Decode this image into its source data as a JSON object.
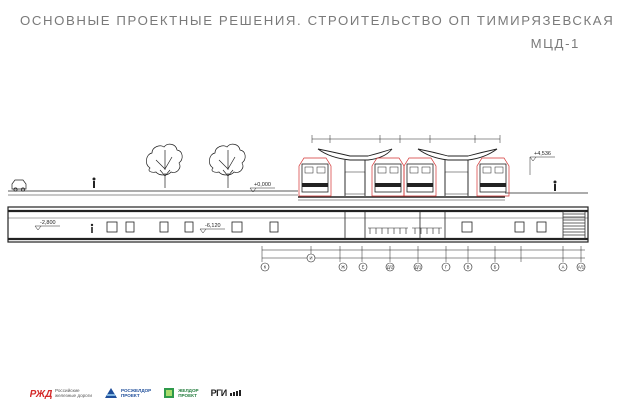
{
  "header": {
    "title": "ОСНОВНЫЕ ПРОЕКТНЫЕ РЕШЕНИЯ. СТРОИТЕЛЬСТВО ОП ТИМИРЯЗЕВСКАЯ",
    "subtitle": "МЦД-1"
  },
  "drawing": {
    "elevations": {
      "ground": "+0,000",
      "canopy": "+4,536",
      "tunnel_left": "-2,800",
      "tunnel_mid": "-6,120"
    },
    "axes": [
      "К",
      "И",
      "Ж",
      "Е",
      "Д/2",
      "Д/1",
      "Г",
      "В",
      "Б",
      "А",
      "А/1"
    ],
    "colors": {
      "line": "#222222",
      "train_outline": "#d33030",
      "hatch": "#333333"
    }
  },
  "footer": {
    "rzd": {
      "line1": "Российские",
      "line2": "железные дороги"
    },
    "roszheldor": {
      "line1": "РОСЖЕЛДОР",
      "line2": "ПРОЕКТ"
    },
    "zheldor": {
      "line1": "ЖЕЛДОР",
      "line2": "ПРОЕКТ"
    },
    "rgi": {
      "main": "РГИ",
      "suffix": ""
    }
  }
}
